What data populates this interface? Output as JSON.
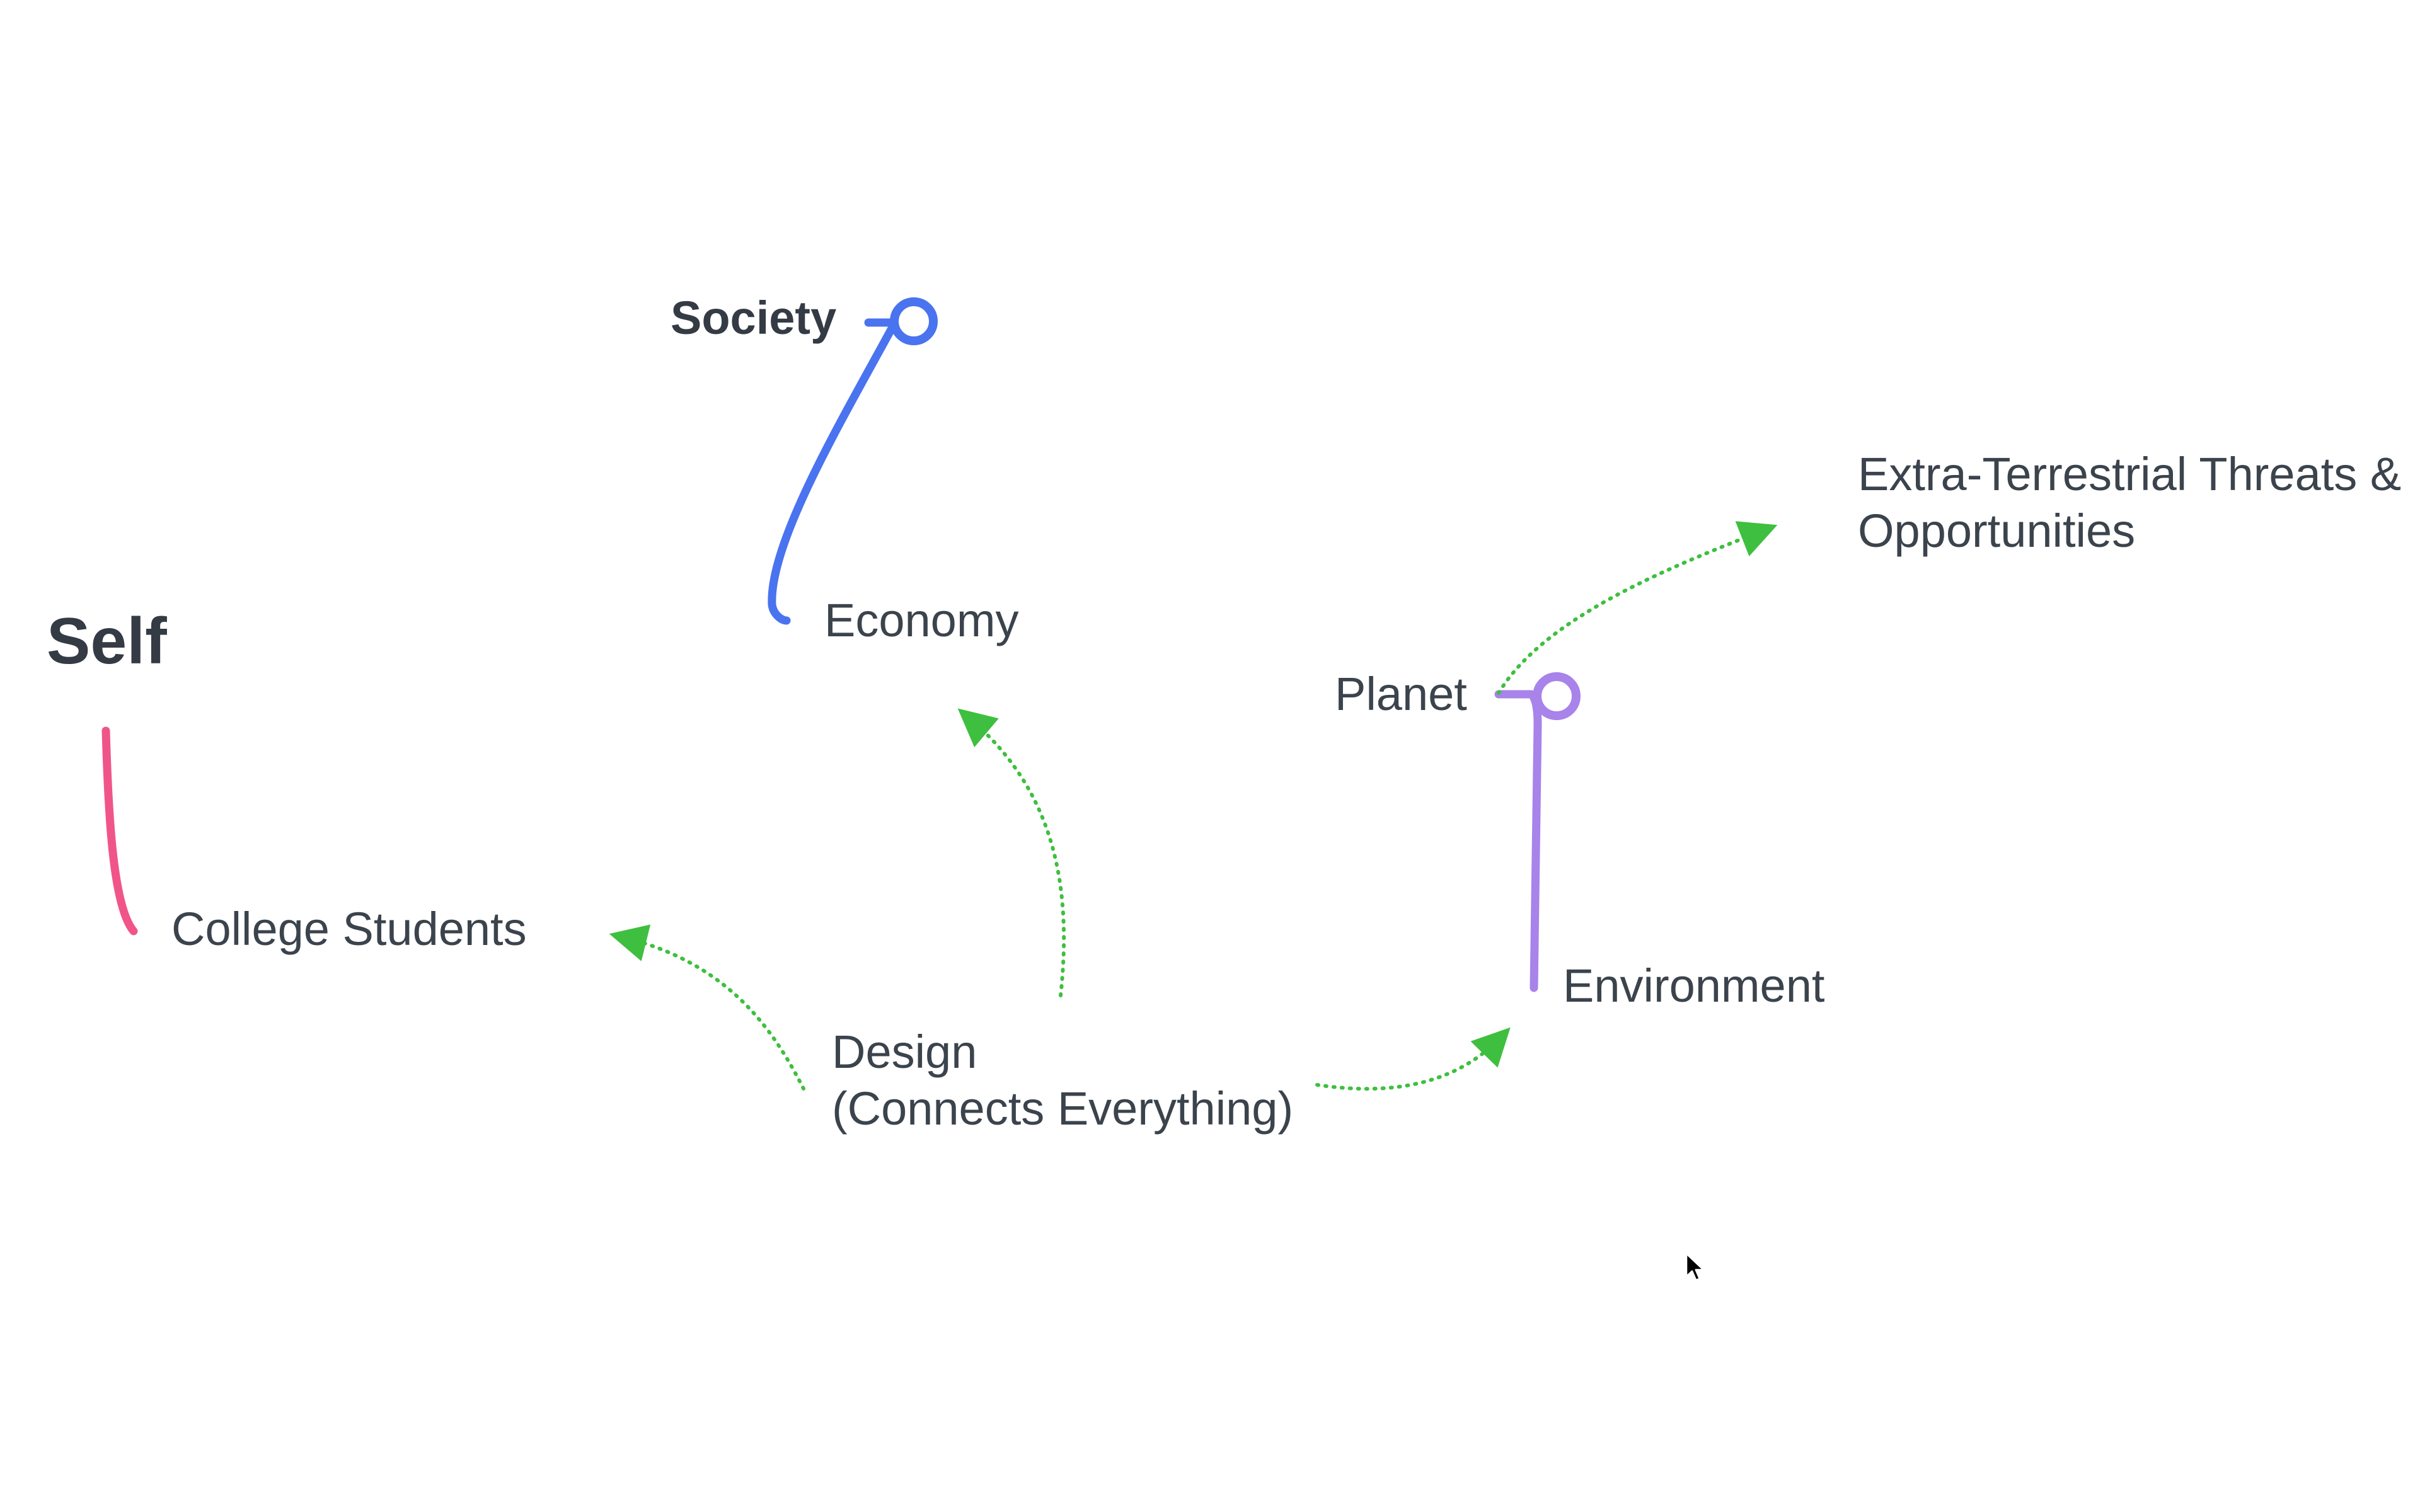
{
  "nodes": {
    "self": "Self",
    "college_students": "College Students",
    "society": "Society",
    "economy": "Economy",
    "design_line1": "Design",
    "design_line2": "(Connects Everything)",
    "planet": "Planet",
    "environment": "Environment",
    "extra_line1": "Extra-Terrestrial Threats &",
    "extra_line2": "Opportunities"
  },
  "colors": {
    "self_branch": "#f0558a",
    "society_branch": "#4a73f0",
    "planet_branch": "#a783ea",
    "relationship": "#3fbf3f",
    "text": "#3b434c"
  },
  "icons": {
    "society_collapse": "circle-handle-icon",
    "planet_collapse": "circle-handle-icon",
    "cursor": "mouse-pointer-icon"
  }
}
